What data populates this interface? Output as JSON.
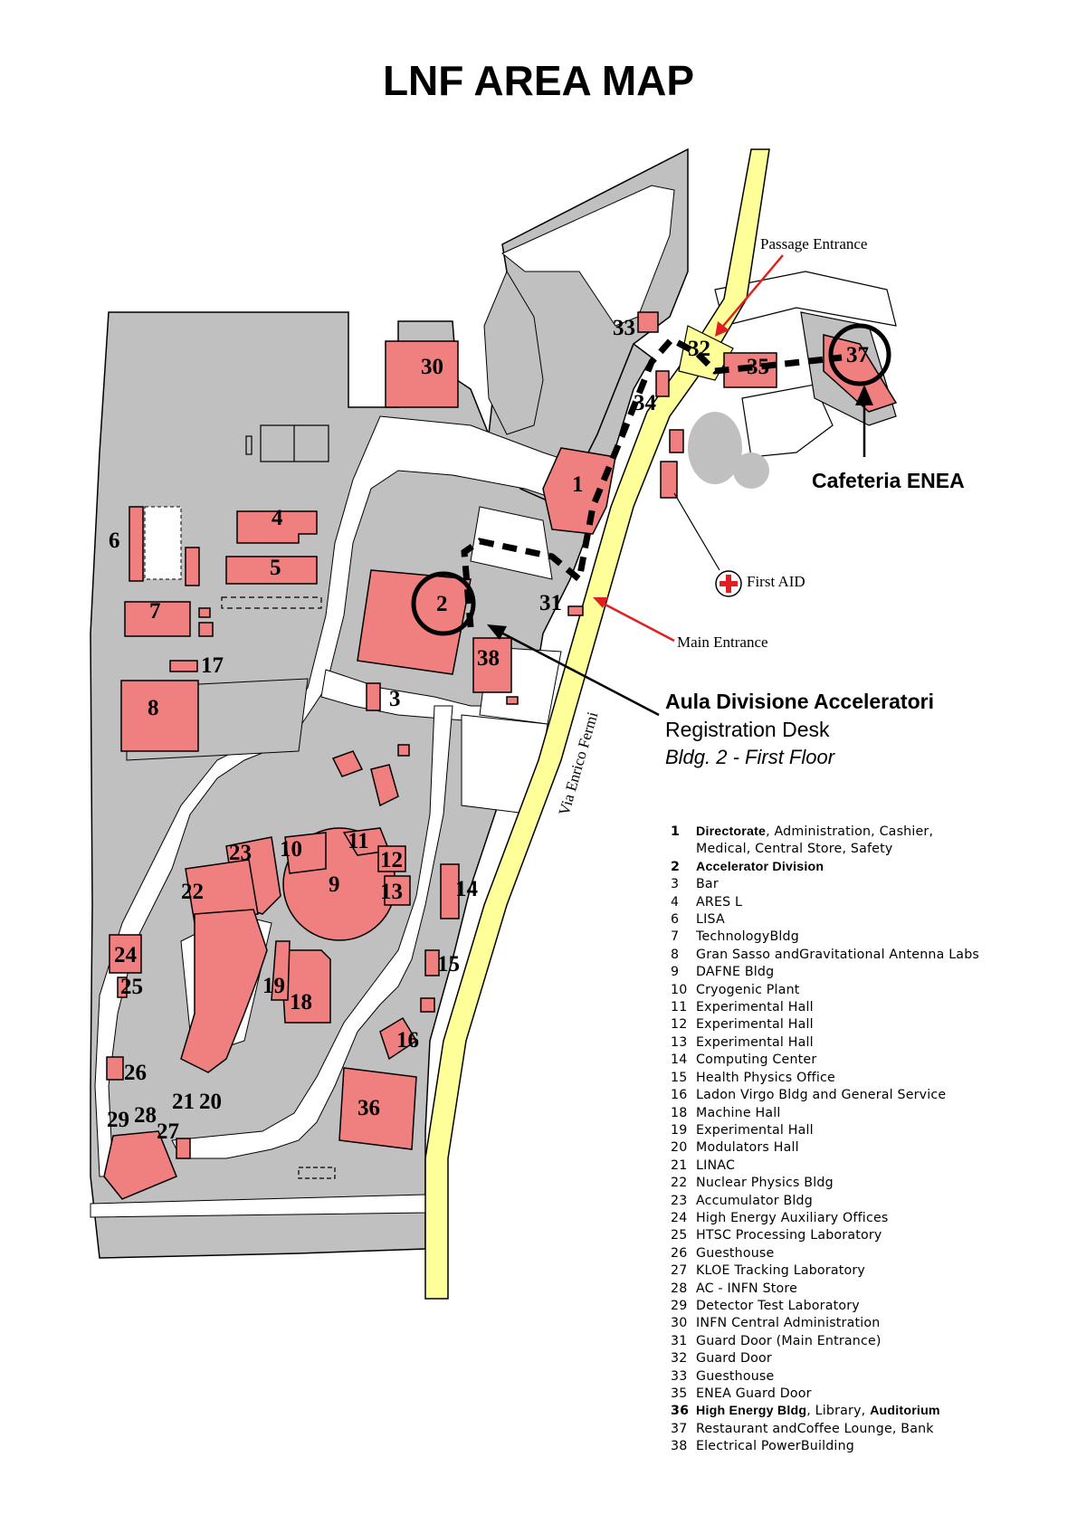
{
  "title": "LNF AREA MAP",
  "map_labels": {
    "passage_entrance": "Passage Entrance",
    "main_entrance": "Main Entrance",
    "first_aid": "First AID",
    "road_name": "Via Enrico Fermi"
  },
  "buildings": [
    "1",
    "2",
    "3",
    "4",
    "5",
    "6",
    "7",
    "8",
    "9",
    "10",
    "11",
    "12",
    "13",
    "14",
    "15",
    "16",
    "17",
    "18",
    "19",
    "20",
    "21",
    "22",
    "23",
    "24",
    "25",
    "26",
    "27",
    "28",
    "29",
    "30",
    "31",
    "32",
    "33",
    "34",
    "35",
    "36",
    "37",
    "38"
  ],
  "callouts": {
    "cafeteria": "Cafeteria ENEA",
    "aula_title": "Aula Divisione Acceleratori",
    "aula_sub": "Registration Desk",
    "aula_floor": "Bldg. 2 - First Floor"
  },
  "legend": [
    {
      "num": "1",
      "name": "Directorate",
      "rest": ", Administration, Cashier,"
    },
    {
      "num": "",
      "name": "",
      "rest": "Medical, Central Store, Safety"
    },
    {
      "num": "2",
      "name": "Accelerator Division",
      "rest": ""
    },
    {
      "num": "3",
      "name": "",
      "rest": "Bar"
    },
    {
      "num": "4",
      "name": "",
      "rest": "ARES L"
    },
    {
      "num": "6",
      "name": "",
      "rest": "LISA"
    },
    {
      "num": "7",
      "name": "",
      "rest": "TechnologyBldg"
    },
    {
      "num": "8",
      "name": "",
      "rest": "Gran Sasso andGravitational Antenna Labs"
    },
    {
      "num": "9",
      "name": "",
      "rest": "DAFNE Bldg"
    },
    {
      "num": "10",
      "name": "",
      "rest": "Cryogenic Plant"
    },
    {
      "num": "11",
      "name": "",
      "rest": "Experimental Hall"
    },
    {
      "num": "12",
      "name": "",
      "rest": "Experimental Hall"
    },
    {
      "num": "13",
      "name": "",
      "rest": "Experimental Hall"
    },
    {
      "num": "14",
      "name": "",
      "rest": "Computing Center"
    },
    {
      "num": "15",
      "name": "",
      "rest": "Health Physics Office"
    },
    {
      "num": "16",
      "name": "",
      "rest": "Ladon Virgo Bldg and General Service"
    },
    {
      "num": "18",
      "name": "",
      "rest": "Machine Hall"
    },
    {
      "num": "19",
      "name": "",
      "rest": "Experimental Hall"
    },
    {
      "num": "20",
      "name": "",
      "rest": "Modulators Hall"
    },
    {
      "num": "21",
      "name": "",
      "rest": "LINAC"
    },
    {
      "num": "22",
      "name": "",
      "rest": "Nuclear Physics Bldg"
    },
    {
      "num": "23",
      "name": "",
      "rest": "Accumulator Bldg"
    },
    {
      "num": "24",
      "name": "",
      "rest": "High Energy Auxiliary Offices"
    },
    {
      "num": "25",
      "name": "",
      "rest": "HTSC Processing Laboratory"
    },
    {
      "num": "26",
      "name": "",
      "rest": "Guesthouse"
    },
    {
      "num": "27",
      "name": "",
      "rest": "KLOE Tracking Laboratory"
    },
    {
      "num": "28",
      "name": "",
      "rest": "AC - INFN Store"
    },
    {
      "num": "29",
      "name": "",
      "rest": "Detector Test Laboratory"
    },
    {
      "num": "30",
      "name": "",
      "rest": "INFN Central Administration"
    },
    {
      "num": "31",
      "name": "",
      "rest": "Guard Door (Main Entrance)"
    },
    {
      "num": "32",
      "name": "",
      "rest": "Guard Door"
    },
    {
      "num": "33",
      "name": "",
      "rest": "Guesthouse"
    },
    {
      "num": "35",
      "name": "",
      "rest": "ENEA Guard Door"
    },
    {
      "num": "36",
      "name": "High Energy Bldg",
      "rest": ", Library, ",
      "tail": "Auditorium"
    },
    {
      "num": "37",
      "name": "",
      "rest": "Restaurant andCoffee Lounge, Bank"
    },
    {
      "num": "38",
      "name": "",
      "rest": "Electrical PowerBuilding"
    }
  ],
  "colors": {
    "building": "#f08080",
    "ground": "#c0c0c0",
    "road": "#ffff99",
    "outline": "#000000"
  }
}
